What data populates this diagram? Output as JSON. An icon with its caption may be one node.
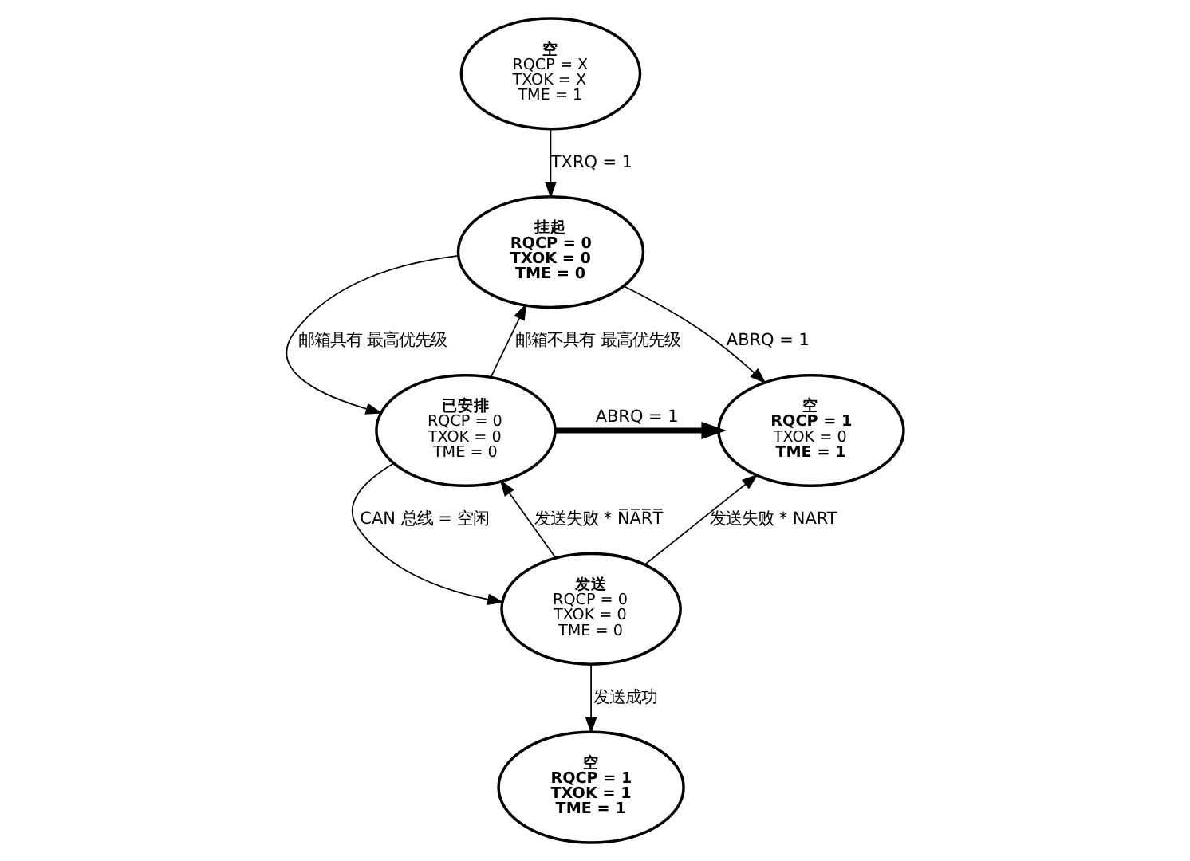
{
  "diagram": {
    "nodes": [
      {
        "text": [
          "空",
          "RQCP = X",
          "TXOK = X",
          "TME = 1"
        ]
      },
      {
        "text": [
          "挂起",
          "RQCP = 0",
          "TXOK = 0",
          "TME = 0"
        ]
      },
      {
        "text": [
          "空",
          "RQCP = 1",
          "TXOK = 0",
          "TME = 1"
        ]
      },
      {
        "text": [
          "已安排",
          "RQCP = 0",
          "TXOK = 0",
          "TME = 0"
        ]
      },
      {
        "text": [
          "发送",
          "RQCP = 0",
          "TXOK = 0",
          "TME = 0"
        ]
      },
      {
        "text": [
          "空",
          "RQCP = 1",
          "TXOK = 1",
          "TME = 1"
        ]
      }
    ],
    "edges": [
      {
        "from": 0,
        "to": 1,
        "arrow": "to",
        "label": "TXRQ = 1"
      },
      {
        "from": 1,
        "to": 2,
        "arrow": "to",
        "label": "ABRQ = 1"
      },
      {
        "from": 1,
        "to": 3,
        "arrow": "to",
        "label": "邮箱具有 最高优先级"
      },
      {
        "from": 3,
        "to": 1,
        "arrow": "to",
        "label": "邮箱不具有 最高优先级"
      },
      {
        "from": 3,
        "to": 2,
        "arrow": "to",
        "label": "ABRQ = 1",
        "style": "thick"
      },
      {
        "from": 3,
        "to": 4,
        "arrow": "to",
        "label": "CAN 总线 = 空闲"
      },
      {
        "from": 4,
        "to": 2,
        "arrow": "to",
        "label": "发送失败 * NART"
      },
      {
        "from": 4,
        "to": 3,
        "arrow": "to",
        "label": "发送失败 * N̅A̅R̅T̅"
      },
      {
        "from": 4,
        "to": 5,
        "arrow": "to",
        "label": "发送成功"
      }
    ]
  }
}
